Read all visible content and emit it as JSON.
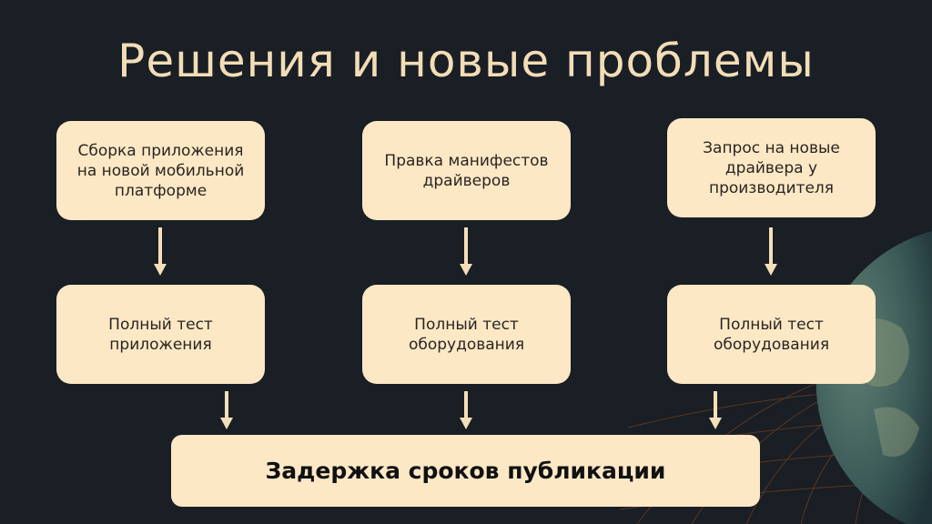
{
  "title": "Решения и новые проблемы",
  "columns": [
    {
      "solution": "Сборка приложения на новой мобильной платформе",
      "test": "Полный тест приложения"
    },
    {
      "solution": "Правка манифестов драйверов",
      "test": "Полный тест оборудования"
    },
    {
      "solution": "Запрос на новые драйвера у производителя",
      "test": "Полный тест оборудования"
    }
  ],
  "result": "Задержка сроков публикации",
  "colors": {
    "background": "#1a1e25",
    "box": "#fde8c6",
    "title": "#f2ddb6",
    "arrow": "#f6dfb8"
  }
}
